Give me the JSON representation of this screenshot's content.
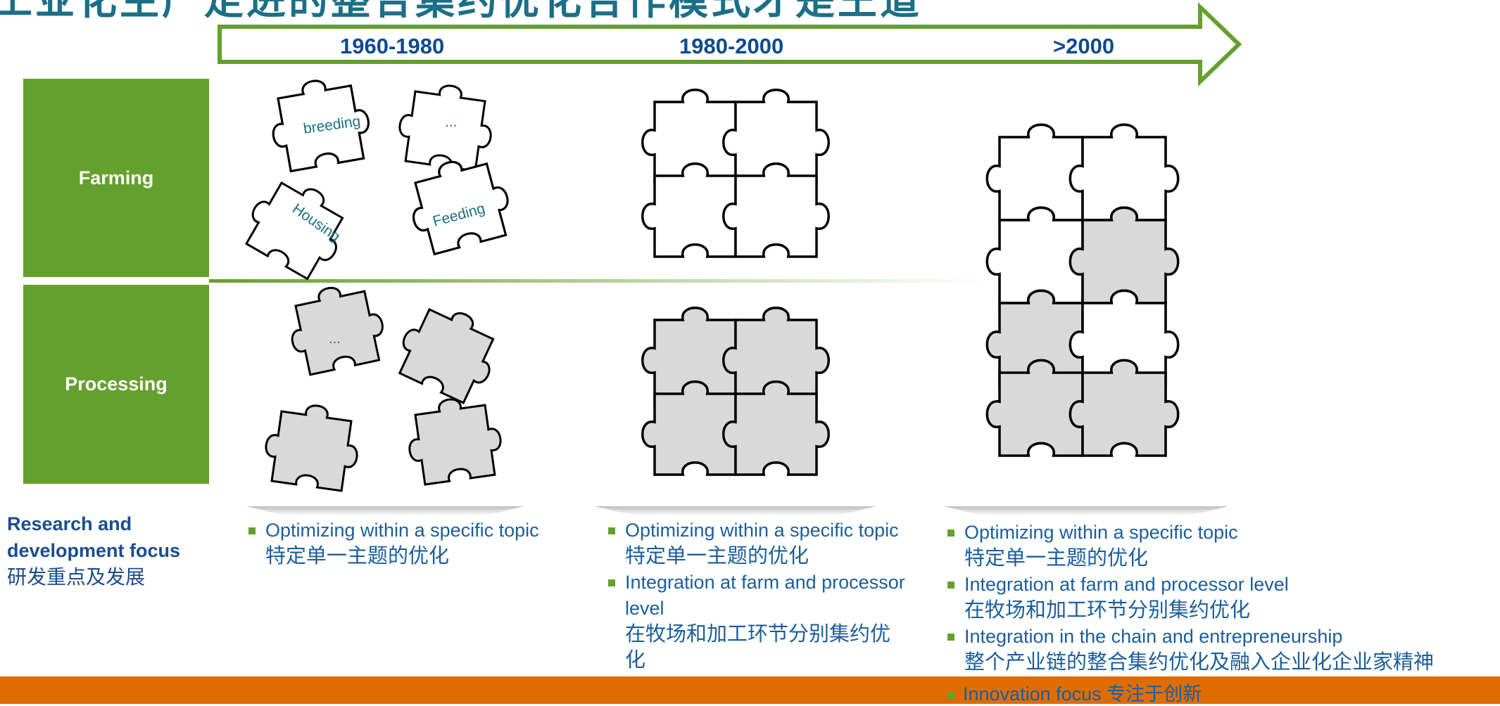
{
  "title": "工业化生产走进的整合集约优化合作模式才是王道",
  "timeline": {
    "eras": [
      "1960-1980",
      "1980-2000",
      ">2000"
    ],
    "arrow_color": "#64a02e"
  },
  "rows": {
    "farming": "Farming",
    "processing": "Processing"
  },
  "puzzle_labels": {
    "breeding": "breeding",
    "ellipsis_top": "...",
    "housing": "Housing",
    "feeding": "Feeding",
    "ellipsis_bottom": "..."
  },
  "rd_focus": {
    "line1": "Research and",
    "line2": "development focus",
    "line3": "研发重点及发展"
  },
  "columns": [
    {
      "items": [
        {
          "en": "Optimizing within a specific topic",
          "zh": "特定单一主题的优化"
        }
      ]
    },
    {
      "items": [
        {
          "en": "Optimizing within a specific topic",
          "zh": "特定单一主题的优化"
        },
        {
          "en": "Integration at farm and processor level",
          "zh": "在牧场和加工环节分别集约优化"
        }
      ]
    },
    {
      "items": [
        {
          "en": "Optimizing within a specific topic",
          "zh": "特定单一主题的优化"
        },
        {
          "en": "Integration at farm and processor level",
          "zh": "在牧场和加工环节分别集约优化"
        },
        {
          "en": "Integration in the chain and entrepreneurship",
          "zh": "整个产业链的整合集约优化及融入企业化企业家精神"
        }
      ]
    }
  ],
  "last_item": "Innovation focus 专注于创新",
  "colors": {
    "green": "#64a02e",
    "orange": "#e06c00",
    "navy": "#0d4a8f",
    "teal": "#1b6f86",
    "piece_fill": "#d9d9d9"
  }
}
